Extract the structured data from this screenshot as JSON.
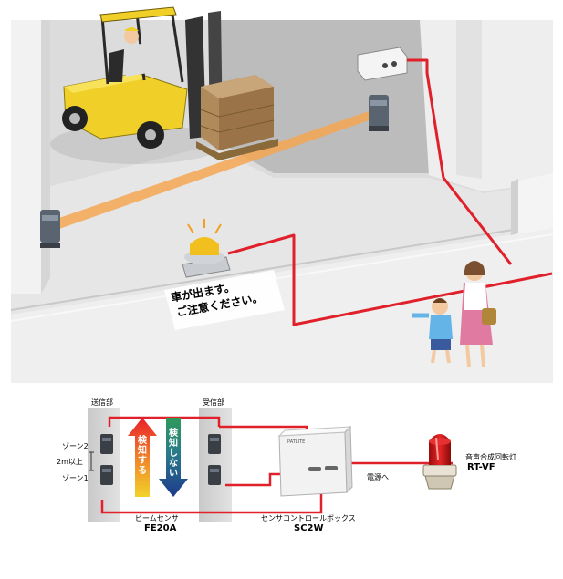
{
  "sign": {
    "line1": "車が出ます。",
    "line2": "ご注意ください。"
  },
  "diagram": {
    "transmitter_label": "送信部",
    "receiver_label": "受信部",
    "zone2_label": "ゾーン2",
    "zone1_label": "ゾーン1",
    "spacing_label": "2m以上",
    "detect_label": "検知する",
    "no_detect_label": "検知しない",
    "sensor_name": "ビームセンサ",
    "sensor_model": "FE20A",
    "box_name": "センサコントロールボックス",
    "box_model": "SC2W",
    "box_logo": "PATLITE",
    "power_label": "電源へ",
    "light_name": "音声合成回転灯",
    "light_model": "RT-VF"
  },
  "colors": {
    "wire": "#e0202a",
    "beam": "#f5a652",
    "forklift": "#f0d028",
    "rotating_light": "#d81e1e",
    "detect_arrow_top": "#e8202a",
    "detect_arrow_bottom": "#f2d22a",
    "no_detect_arrow_top": "#2d9a5a",
    "no_detect_arrow_bottom": "#1e3a8c"
  }
}
